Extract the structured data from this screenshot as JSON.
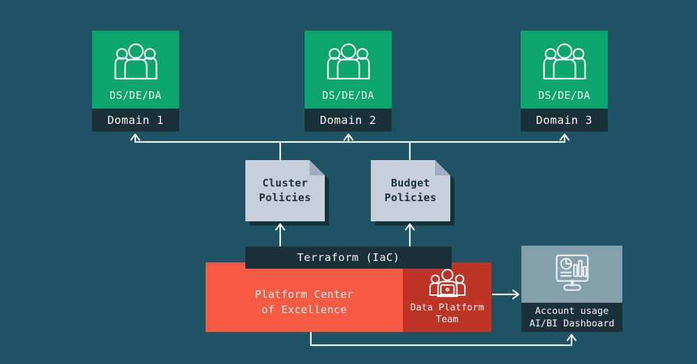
{
  "colors": {
    "background": "#1D5363",
    "navy": "#1B3139",
    "green": "#0AA66E",
    "doc_fill": "#C7CFDA",
    "doc_fold": "#9FAFC0",
    "doc_shadow": "#15323B",
    "orange": "#F85B43",
    "red": "#BE3528",
    "slate": "#84A0AD",
    "line": "#F6F8F8"
  },
  "domains": [
    {
      "team": "DS/DE/DA",
      "label": "Domain 1"
    },
    {
      "team": "DS/DE/DA",
      "label": "Domain 2"
    },
    {
      "team": "DS/DE/DA",
      "label": "Domain 3"
    }
  ],
  "policies": [
    {
      "line1": "Cluster",
      "line2": "Policies"
    },
    {
      "line1": "Budget",
      "line2": "Policies"
    }
  ],
  "terraform": {
    "label": "Terraform (IaC)"
  },
  "platform_center": {
    "line1": "Platform Center",
    "line2": "of Excellence"
  },
  "data_platform_team": {
    "line1": "Data Platform",
    "line2": "Team"
  },
  "dashboard": {
    "line1": "Account usage",
    "line2": "AI/BI Dashboard"
  },
  "icons": {
    "domain": "people-group-icon",
    "team": "people-laptop-icon",
    "dashboard": "analytics-monitor-icon"
  }
}
